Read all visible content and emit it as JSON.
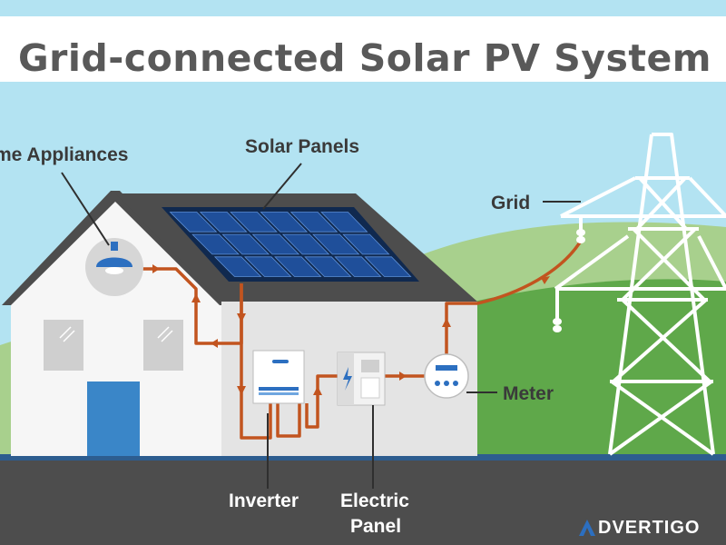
{
  "title": "Grid-connected Solar PV System",
  "labels": {
    "home_appliances": "me Appliances",
    "solar_panels": "Solar Panels",
    "grid": "Grid",
    "meter": "Meter",
    "inverter": "Inverter",
    "electric_panel_line1": "Electric",
    "electric_panel_line2": "Panel"
  },
  "watermark": "ADVERTIGO",
  "colors": {
    "sky": "#b3e3f2",
    "hill_light": "#a8d08d",
    "hill_dark": "#5fa84a",
    "roof": "#4d4d4d",
    "panel": "#1f4f9a",
    "wire": "#c2541f",
    "house_wall": "#f6f6f6",
    "door": "#3a86c8",
    "ground": "#4d4d4d",
    "ground_line": "#2d5d8f"
  },
  "icons": [
    "lamp-icon",
    "inverter-icon",
    "electric-panel-icon",
    "meter-icon",
    "transmission-tower-icon"
  ]
}
